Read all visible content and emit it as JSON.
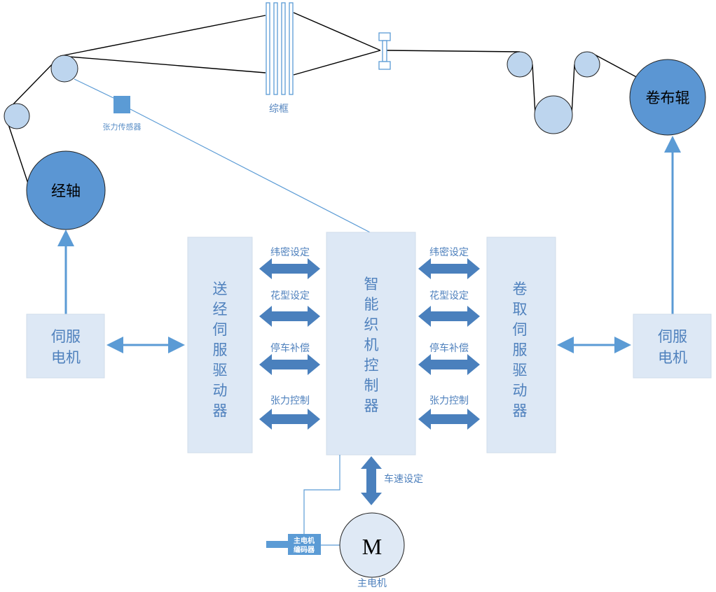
{
  "labels": {
    "warp_beam": "经轴",
    "cloth_roller": "卷布辊",
    "heddle": "综框",
    "tension_sensor": "张力传感器",
    "servo_motor_left": [
      "伺服",
      "电机"
    ],
    "servo_motor_right": [
      "伺服",
      "电机"
    ],
    "letoff_driver": [
      "送",
      "经",
      "伺",
      "服",
      "驱",
      "动",
      "器"
    ],
    "controller": [
      "智",
      "能",
      "织",
      "机",
      "控",
      "制",
      "器"
    ],
    "takeup_driver": [
      "卷",
      "取",
      "伺",
      "服",
      "驱",
      "动",
      "器"
    ],
    "left_signals": [
      "纬密设定",
      "花型设定",
      "停车补偿",
      "张力控制"
    ],
    "right_signals": [
      "纬密设定",
      "花型设定",
      "停车补偿",
      "张力控制"
    ],
    "speed_setting": "车速设定",
    "motor_symbol": "M",
    "main_motor": "主电机",
    "encoder": [
      "主电机",
      "编码器"
    ]
  },
  "colors": {
    "box_fill": "#dde8f5",
    "accent": "#4a80bd",
    "beam_fill": "#5b96d3",
    "roller_fill": "#bdd5ee",
    "text": "#4f81bd"
  }
}
